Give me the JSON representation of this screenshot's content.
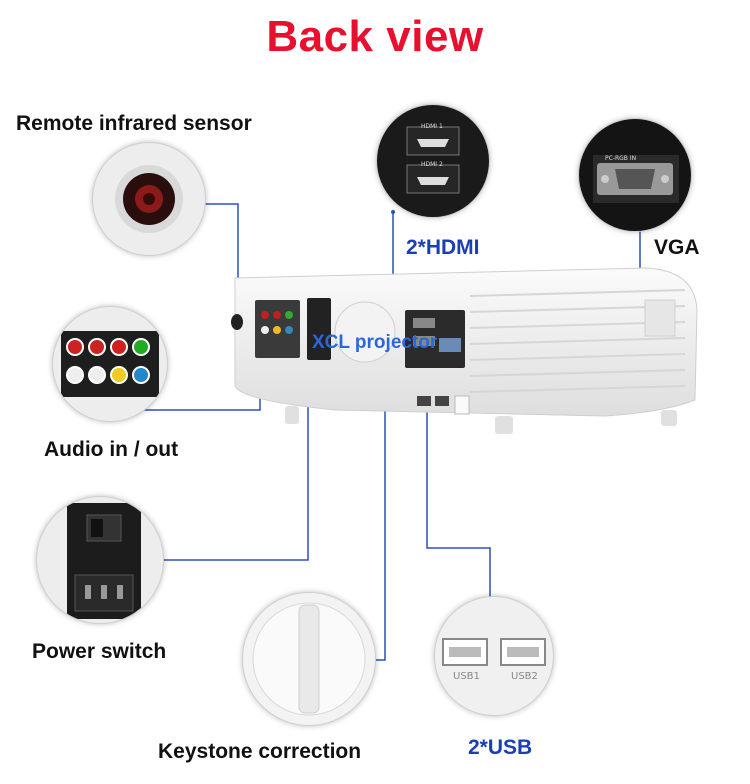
{
  "title": "Back view",
  "brand": "XCL projector",
  "labels": {
    "remote_sensor": "Remote infrared sensor",
    "audio": "Audio in / out",
    "power": "Power switch",
    "keystone": "Keystone correction",
    "hdmi": "2*HDMI",
    "vga": "VGA",
    "usb": "2*USB"
  },
  "ports": {
    "hdmi1": "HDMI 1",
    "hdmi2": "HDMI 2",
    "vga": "PC-RGB IN",
    "usb1": "USB1",
    "usb2": "USB2"
  },
  "colors": {
    "title": "#e8102e",
    "label_blue": "#1a3fb5",
    "brand_blue": "#2a67d8",
    "connector_line": "#2b4fc0"
  }
}
